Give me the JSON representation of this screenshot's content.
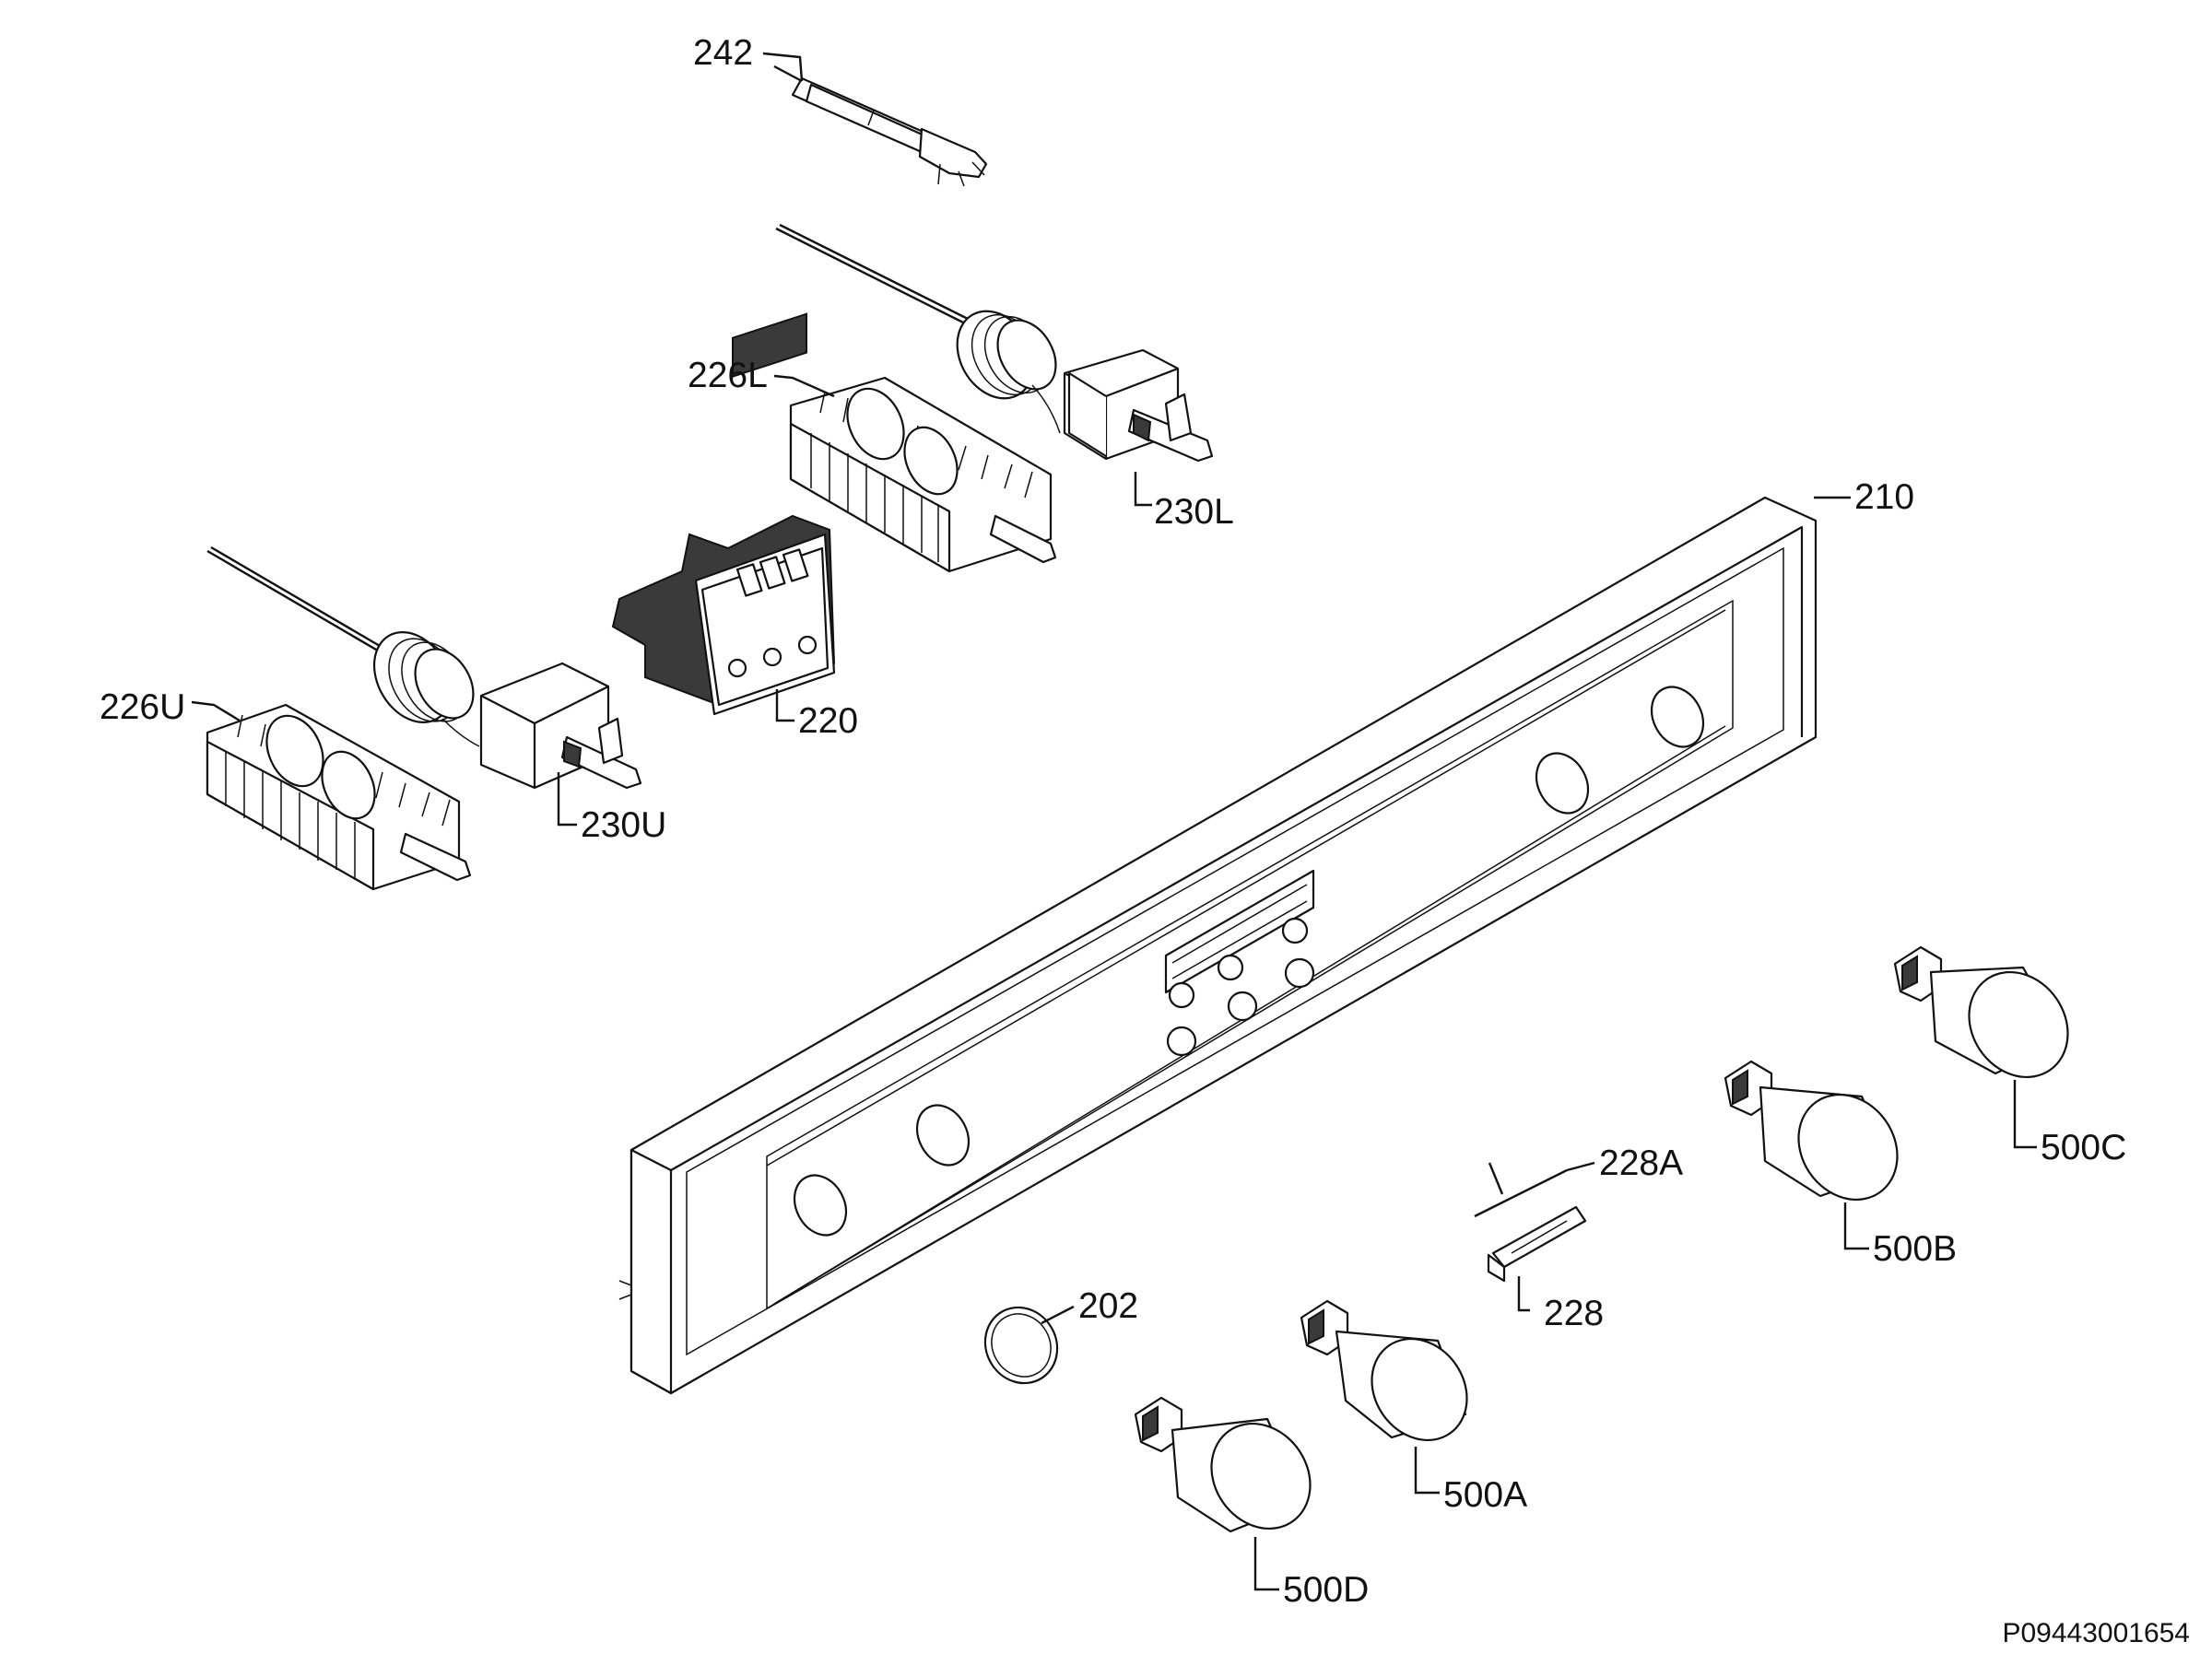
{
  "labels": {
    "p242": "242",
    "p226L": "226L",
    "p230L": "230L",
    "p210": "210",
    "p220": "220",
    "p226U": "226U",
    "p230U": "230U",
    "p228A": "228A",
    "p228": "228",
    "p202": "202",
    "p500A": "500A",
    "p500B": "500B",
    "p500C": "500C",
    "p500D": "500D"
  },
  "document_number": "P09443001654",
  "colors": {
    "line": "#111111",
    "background": "#ffffff",
    "fill_shade": "#d9d9d9"
  }
}
